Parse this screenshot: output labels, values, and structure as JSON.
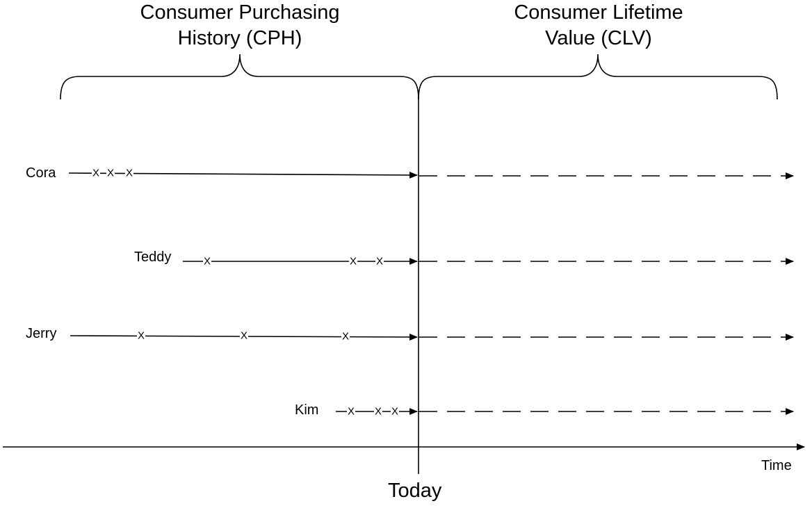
{
  "headings": {
    "cph": [
      "Consumer Purchasing",
      "History (CPH)"
    ],
    "clv": [
      "Consumer Lifetime",
      "Value (CLV)"
    ]
  },
  "customers": [
    {
      "name": "Cora",
      "purchases": [
        "X",
        "X",
        "X"
      ]
    },
    {
      "name": "Teddy",
      "purchases": [
        "X",
        "X",
        "X"
      ]
    },
    {
      "name": "Jerry",
      "purchases": [
        "X",
        "X",
        "X"
      ]
    },
    {
      "name": "Kim",
      "purchases": [
        "X",
        "X",
        "X"
      ]
    }
  ],
  "axis": {
    "today_label": "Today",
    "time_label": "Time"
  }
}
